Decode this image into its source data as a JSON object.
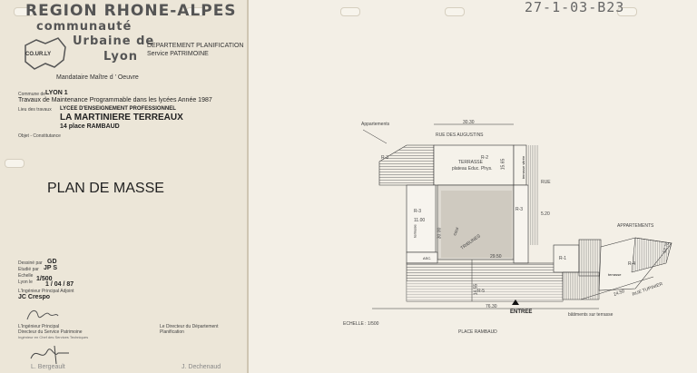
{
  "header": {
    "region": "REGION RHONE-ALPES",
    "community_line1": "communauté",
    "community_line2": "Urbaine de",
    "community_line3": "Lyon",
    "logo_text": "CO.UR.LY",
    "dept": "DEPARTEMENT PLANIFICATION",
    "service": "Service PATRIMOINE",
    "mandataire": "Mandataire Maître d ' Oeuvre"
  },
  "project": {
    "commune_label": "Commune de",
    "commune": "LYON 1",
    "travaux": "Travaux de Maintenance Programmable dans les lycées Année 1987",
    "lieu_label": "Lieu des travaux",
    "school_type": "LYCEE D'ENSEIGNEMENT PROFESSIONNEL",
    "school_name": "LA MARTINIERE TERREAUX",
    "address": "14 place RAMBAUD",
    "objet_label": "Objet - Constitutance"
  },
  "title": "PLAN DE MASSE",
  "meta": {
    "dessine_label": "Dessiné par",
    "dessine": "GD",
    "etudie_label": "Etudié par",
    "etudie": "JP S",
    "echelle_label": "Echelle",
    "echelle": "1/500",
    "lyon_label": "Lyon le",
    "date": "1 / 04 / 87",
    "ingenieur_label": "L'Ingénieur Principal Adjoint",
    "ingenieur": "JC Crespo"
  },
  "signatures": {
    "left_title1": "L'Ingénieur Principal",
    "left_title2": "Directeur du Service Patrimoine",
    "left_note": "Ingénieur en Chef des Services Techniques",
    "left_name": "L. Bergeault",
    "right_title1": "Le Directeur du Département",
    "right_title2": "Planification",
    "right_name": "J. Dechenaud"
  },
  "stamp": "27-1-03-B23",
  "plan": {
    "appartements_top": "Appartements",
    "dim_top": "30.30",
    "rue_augustins": "RUE DES AUGUSTINS",
    "r2_top": "R-2",
    "terrasse": "TERRASSE",
    "plateau": "plateau Educ. Phys.",
    "dim_right_top": "15.65",
    "terrasse_vitree": "terrasse vitrée",
    "r3_left_top": "R-3",
    "r3_left": "R-3",
    "dim_1100": "11.00",
    "terrasse_vert": "terrasse",
    "dim_3000": "30.00",
    "cour": "cour",
    "tribunes": "TRIBUNES",
    "r3_right": "R-3",
    "dim_520": "5.20",
    "rue": "RUE",
    "dim_2950": "29.50",
    "asc": "ASC.",
    "r1": "R-1",
    "appartements_right": "APPARTEMENTS",
    "dim_diag": "12.70",
    "r4": "R-4",
    "terrasse_small": "terrasse",
    "r5": "R-5",
    "dim_1455": "14.55",
    "dim_2450": "24.50",
    "rue_tupinier": "RUE TUPINIER",
    "dim_7630": "76.30",
    "entree": "ENTREE",
    "batiments": "bâtiments sur terrasse",
    "echelle_label": "ECHELLE : 1/500",
    "place": "PLACE RAMBAUD"
  }
}
